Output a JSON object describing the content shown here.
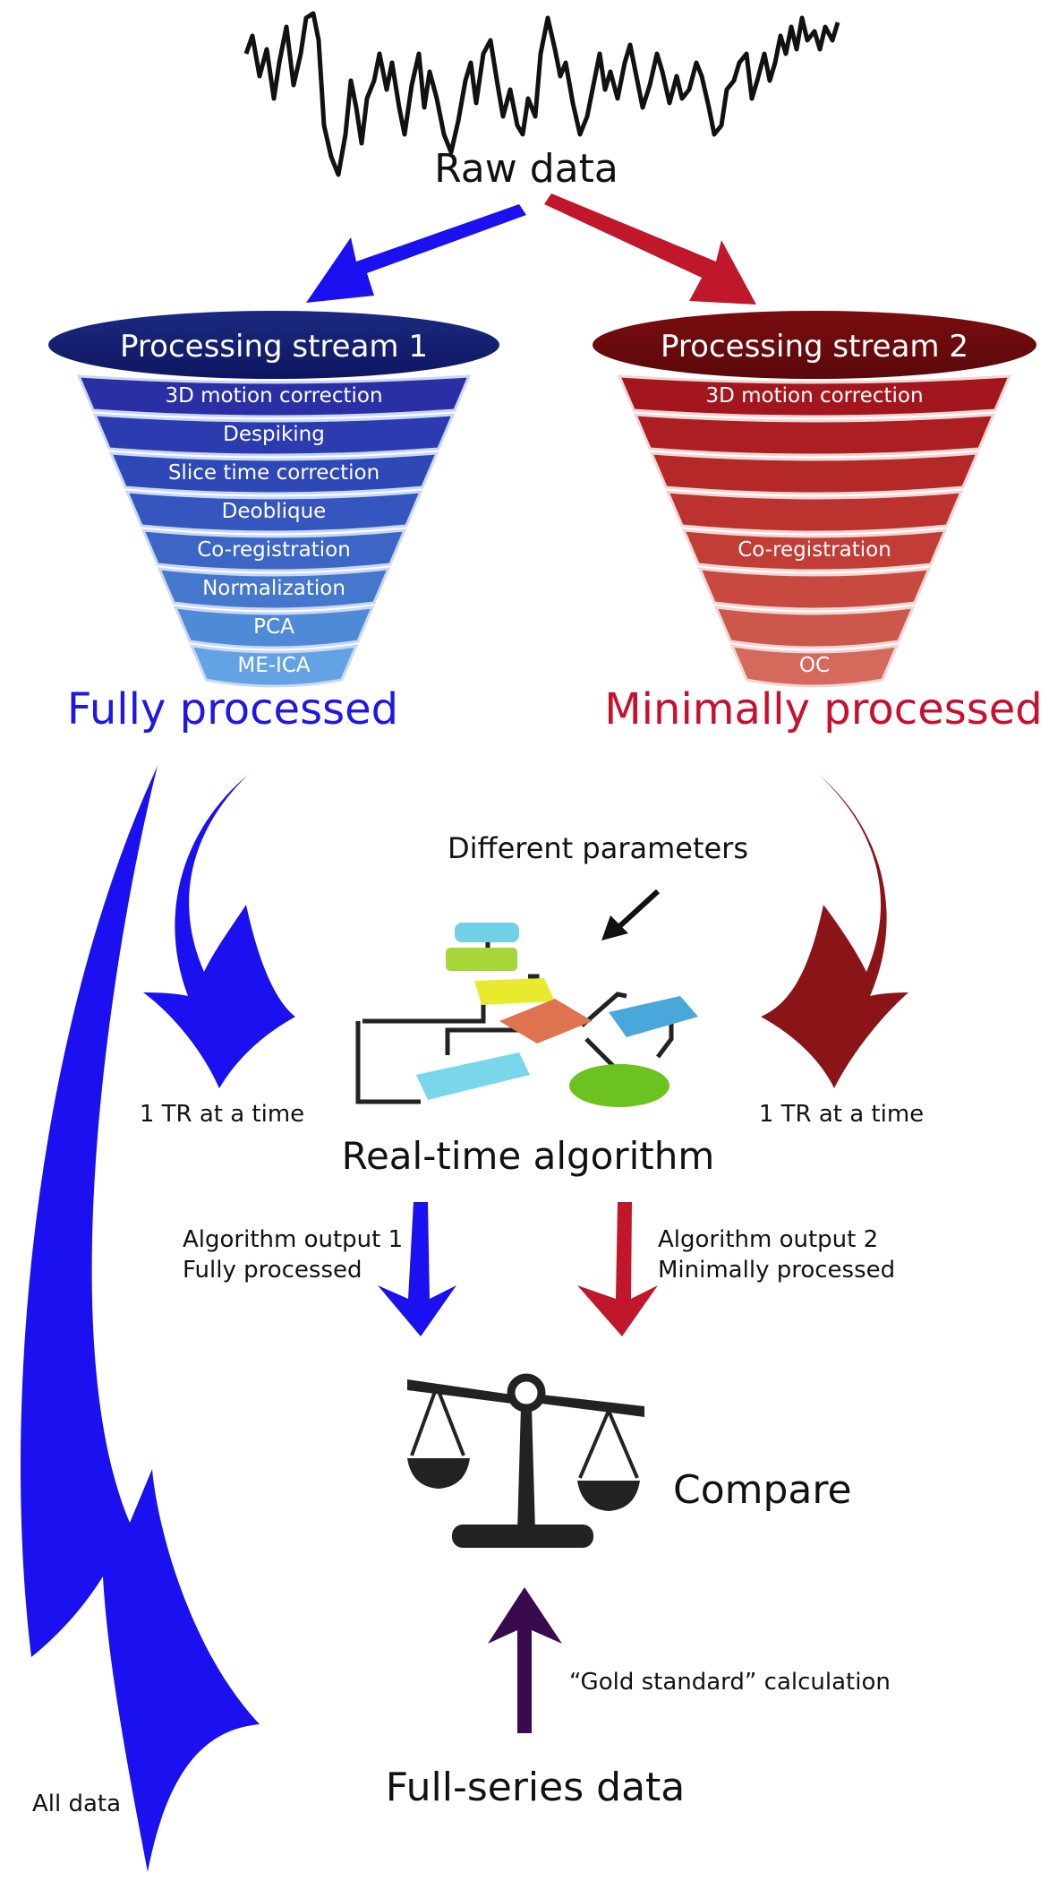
{
  "raw_data": "Raw data",
  "stream1": {
    "title": "Processing stream 1",
    "steps": [
      "3D motion correction",
      "Despiking",
      "Slice time correction",
      "Deoblique",
      "Co-registration",
      "Normalization",
      "PCA",
      "ME-ICA"
    ],
    "result": "Fully processed"
  },
  "stream2": {
    "title": "Processing stream 2",
    "steps": [
      "3D motion correction",
      "",
      "",
      "",
      "Co-registration",
      "",
      "",
      "OC"
    ],
    "result": "Minimally processed"
  },
  "different_parameters": "Different parameters",
  "tr_left": "1 TR at a time",
  "tr_right": "1 TR at a time",
  "realtime_algorithm": "Real-time algorithm",
  "output1": {
    "line1": "Algorithm output 1",
    "line2": "Fully processed"
  },
  "output2": {
    "line1": "Algorithm output 2",
    "line2": "Minimally processed"
  },
  "compare": "Compare",
  "gold_standard": "“Gold standard” calculation",
  "full_series": "Full-series data",
  "all_data": "All data",
  "colors": {
    "blue_arrow": "#1a10f0",
    "red_arrow": "#c0182a",
    "dark_red_arrow": "#8b1418",
    "purple_arrow": "#3a0a4f",
    "fully_processed_text": "#1e17e6",
    "minimally_processed_text": "#c8102e",
    "scale": "#222222"
  }
}
